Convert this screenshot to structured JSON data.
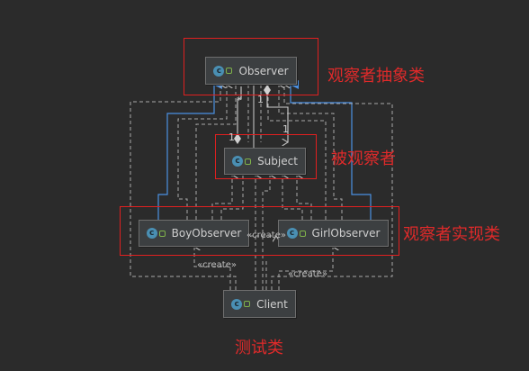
{
  "classes": {
    "observer": "Observer",
    "subject": "Subject",
    "boy_observer": "BoyObserver",
    "girl_observer": "GirlObserver",
    "client": "Client"
  },
  "class_icon_letter": "c",
  "regions": {
    "abstract_label": "观察者抽象类",
    "subject_label": "被观察者",
    "concrete_label": "观察者实现类",
    "test_label": "测试类"
  },
  "stereotypes": {
    "boy_girl_create": "«create»",
    "client_boy_create": "«create»",
    "client_girl_create": "«create»"
  },
  "multiplicities": {
    "observer_star": "*",
    "observer_one": "1",
    "subject_one_left": "1",
    "subject_one_right": "1"
  },
  "colors": {
    "background": "#2b2b2b",
    "region_border": "#e02020",
    "realization_line": "#4a90e2",
    "dependency_line": "#a9a9a9",
    "class_fill": "#3c3f41"
  }
}
